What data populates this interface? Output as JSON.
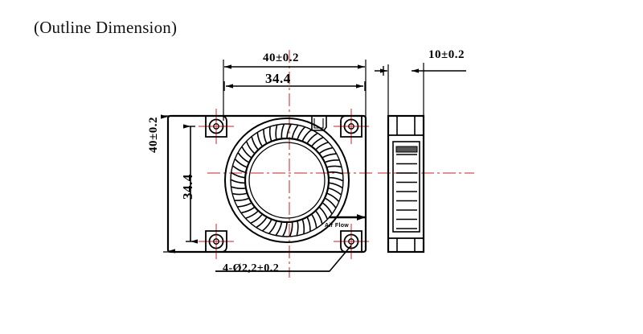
{
  "drawing": {
    "title": "(Outline Dimension)",
    "subject": "blower-fan-outline-dimension",
    "colors": {
      "line": "#000000",
      "centerline": "#d94a4a",
      "background": "#ffffff"
    }
  },
  "front_view": {
    "width_dim": "40±0.2",
    "inner_width_dim": "34.4",
    "height_dim": "40±0.2",
    "inner_height_dim": "34.4",
    "hole_callout": "4-Ø2,2±0.2",
    "airflow_label": "Air Flow",
    "mounting_holes": 4,
    "impeller_blades": 50
  },
  "side_view": {
    "thickness_dim": "10±0.2",
    "blade_lines": 9
  }
}
